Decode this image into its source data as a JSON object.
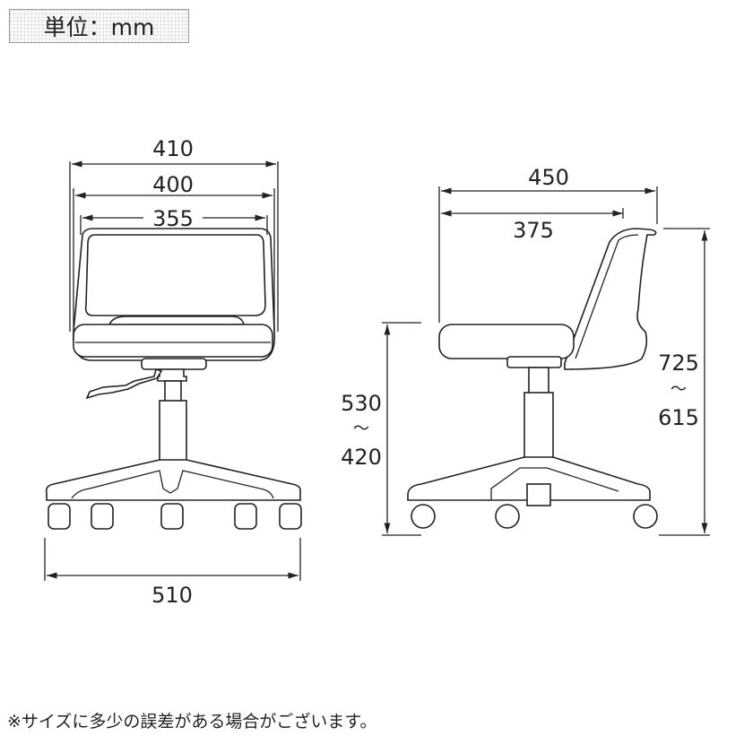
{
  "unit_label": "単位：mm",
  "front_view": {
    "width_outer": "410",
    "width_seat": "400",
    "width_back": "355",
    "base_width": "510"
  },
  "side_view": {
    "depth_outer": "450",
    "depth_seat": "375",
    "seat_height_max": "530",
    "seat_height_min": "420",
    "total_height_max": "725",
    "total_height_min": "615",
    "range_symbol": "〜"
  },
  "footnote": "※サイズに多少の誤差がある場合がございます。"
}
